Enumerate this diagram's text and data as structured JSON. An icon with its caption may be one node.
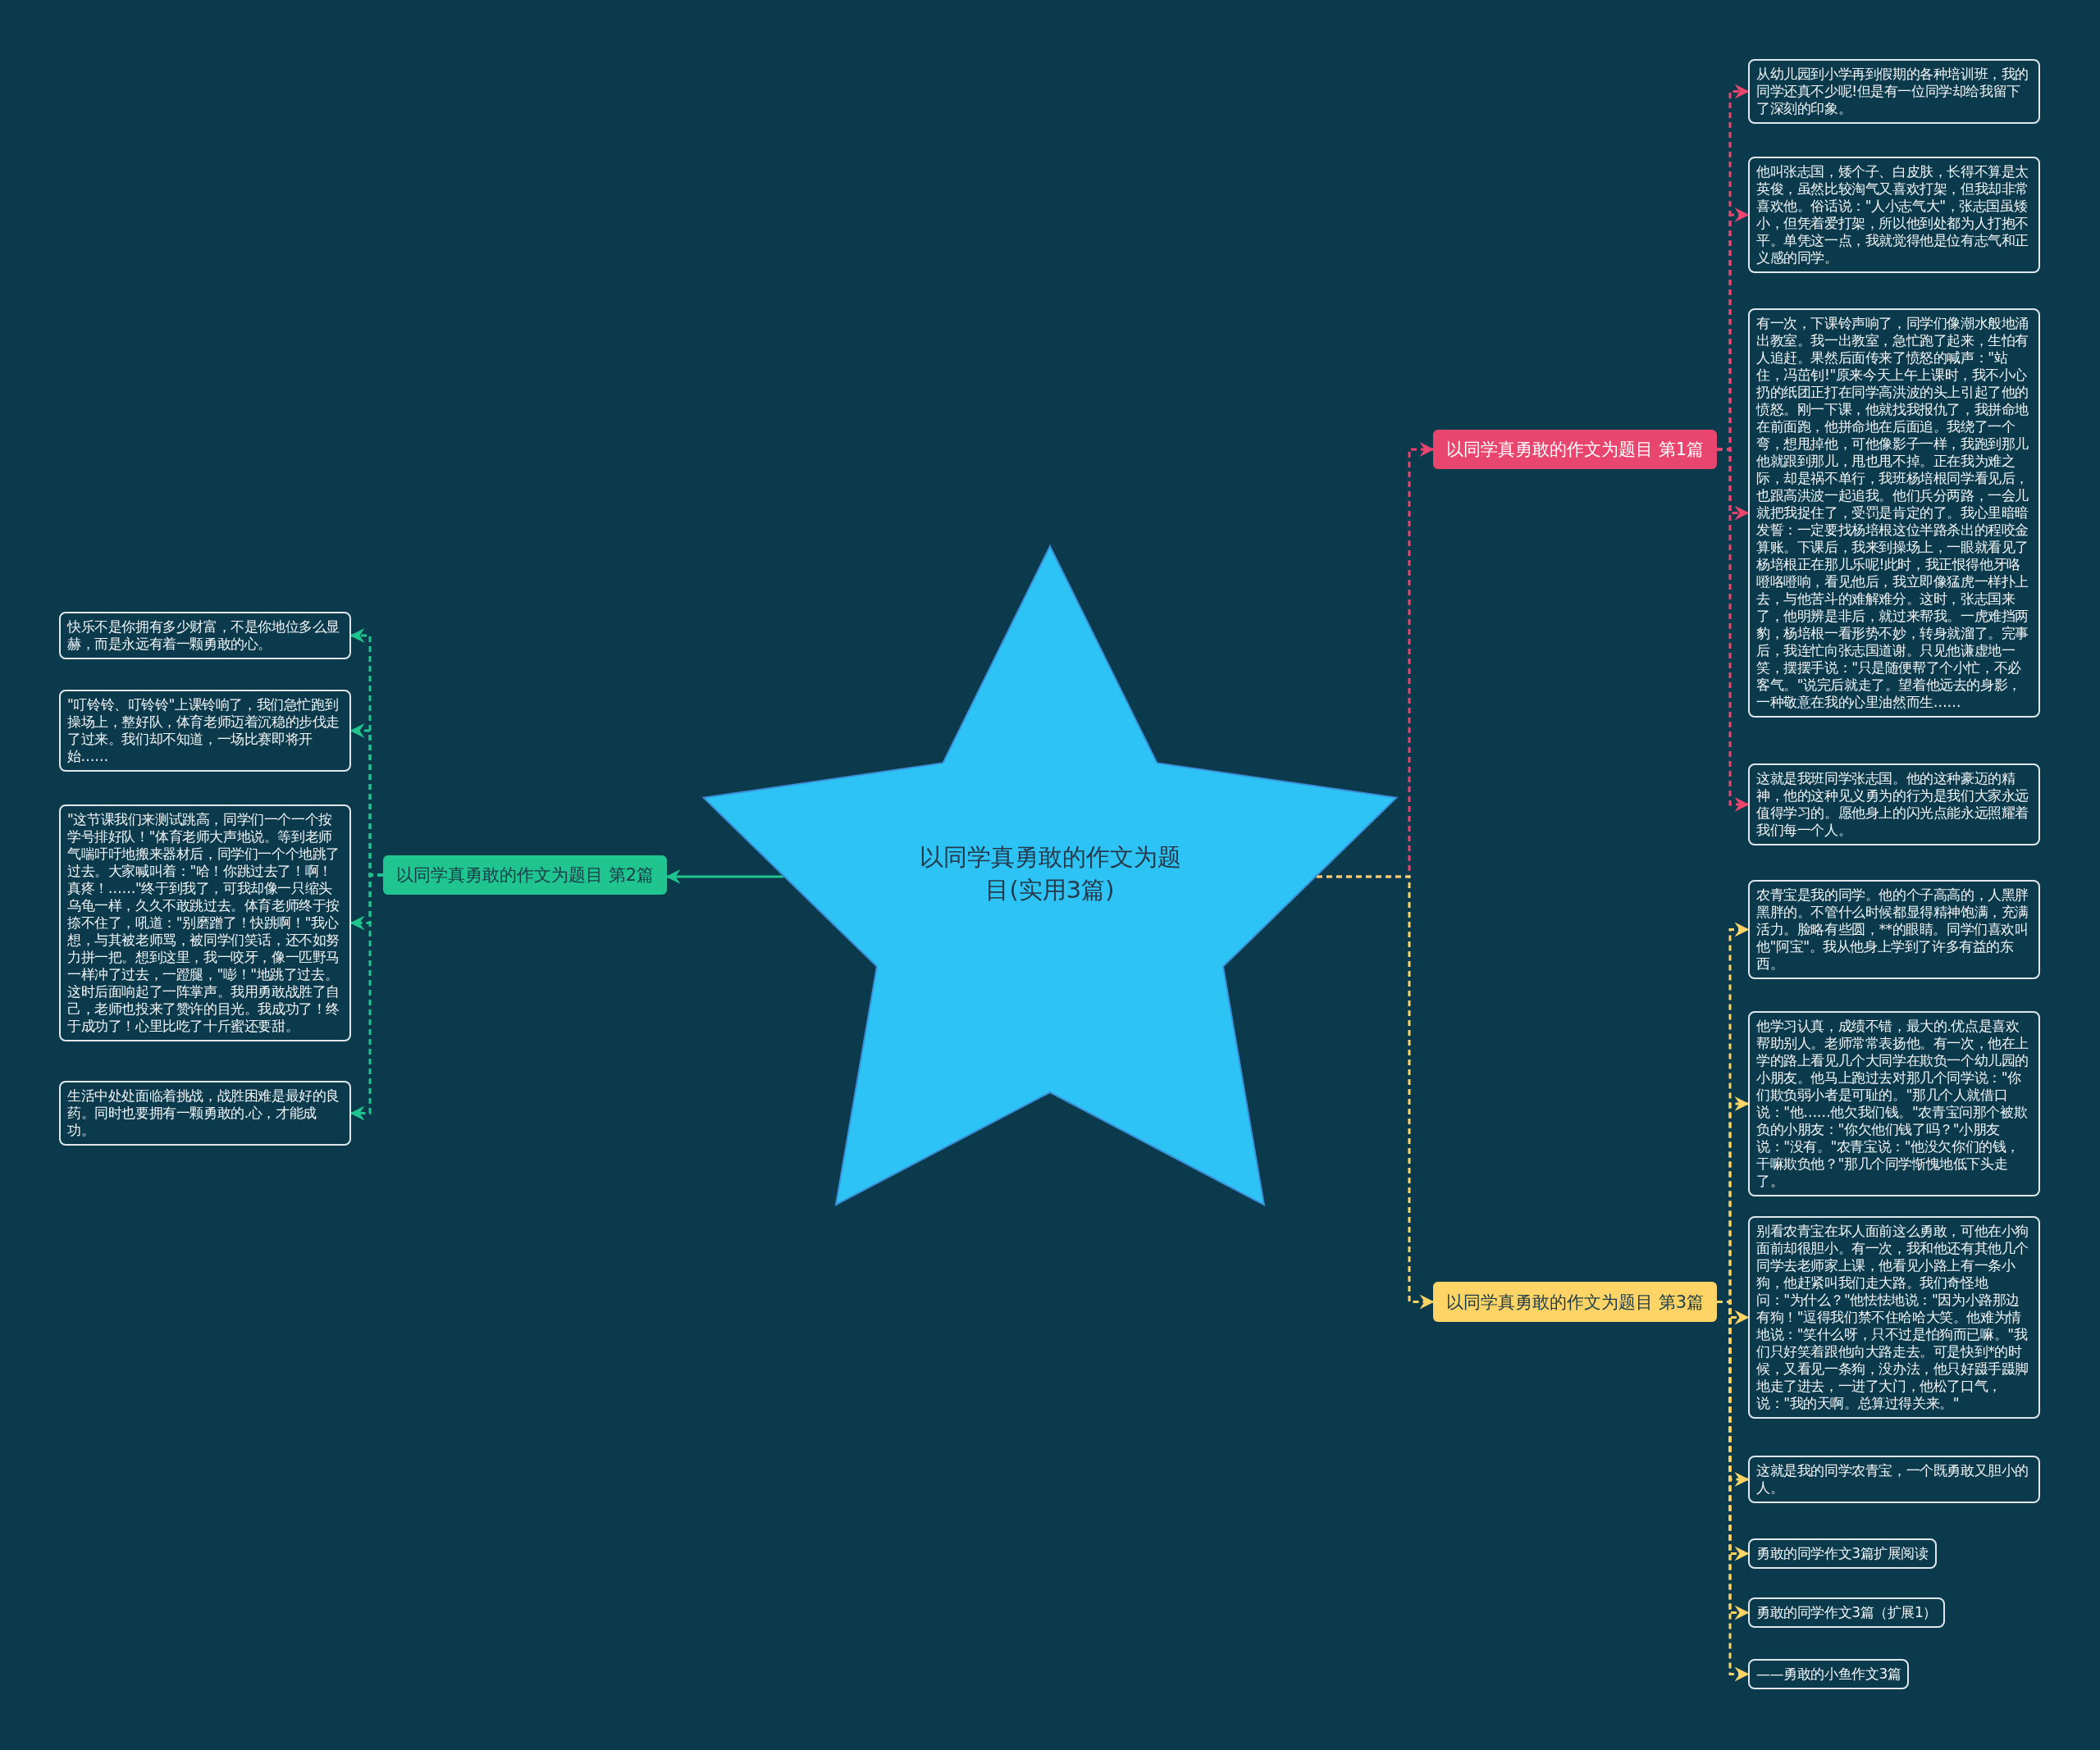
{
  "diagram": {
    "nodes": [
      {
        "text": [
          "以同学真勇敢的作文为题目(实用3篇)"
        ]
      },
      {
        "text": [
          "以同学真勇敢的作文为题目 第1篇"
        ]
      },
      {
        "text": [
          "从幼儿园到小学再到假期的各种培训班，我的同学还真不少呢!但是有一位同学却给我留下了深刻的印象。"
        ]
      },
      {
        "text": [
          "他叫张志国，矮个子、白皮肤，长得不算是太英俊，虽然比较淘气又喜欢打架，但我却非常喜欢他。俗话说：\"人小志气大\"，张志国虽矮小，但凭着爱打架，所以他到处都为人打抱不平。单凭这一点，我就觉得他是位有志气和正义感的同学。"
        ]
      },
      {
        "text": [
          "有一次，下课铃声响了，同学们像潮水般地涌出教室。我一出教室，急忙跑了起来，生怕有人追赶。果然后面传来了愤怒的喊声：\"站住，冯茁钊!\"原来今天上午上课时，我不小心扔的纸团正打在同学高洪波的头上引起了他的愤怒。刚一下课，他就找我报仇了，我拼命地在前面跑，他拼命地在后面追。我绕了一个弯，想甩掉他，可他像影子一样，我跑到那儿他就跟到那儿，甩也甩不掉。正在我为难之际，却是祸不单行，我班杨培根同学看见后，也跟高洪波一起追我。他们兵分两路，一会儿就把我捉住了，受罚是肯定的了。我心里暗暗发誓：一定要找杨培根这位半路杀出的程咬金算账。下课后，我来到操场上，一眼就看见了杨培根正在那儿乐呢!此时，我正恨得他牙咯噔咯噔响，看见他后，我立即像猛虎一样扑上去，与他苦斗的难解难分。这时，张志国来了，他明辨是非后，就过来帮我。一虎难挡两豹，杨培根一看形势不妙，转身就溜了。完事后，我连忙向张志国道谢。只见他谦虚地一笑，摆摆手说：\"只是随便帮了个小忙，不必客气。\"说完后就走了。望着他远去的身影，一种敬意在我的心里油然而生……"
        ]
      },
      {
        "text": [
          "这就是我班同学张志国。他的这种豪迈的精神，他的这种见义勇为的行为是我们大家永远值得学习的。愿他身上的闪光点能永远照耀着我们每一个人。"
        ]
      },
      {
        "text": [
          "以同学真勇敢的作文为题目 第2篇"
        ]
      },
      {
        "text": [
          "快乐不是你拥有多少财富，不是你地位多么显赫，而是永远有着一颗勇敢的心。"
        ]
      },
      {
        "text": [
          "\"叮铃铃、叮铃铃\"上课铃响了，我们急忙跑到操场上，整好队，体育老师迈着沉稳的步伐走了过来。我们却不知道，一场比赛即将开始……"
        ]
      },
      {
        "text": [
          "\"这节课我们来测试跳高，同学们一个一个按学号排好队！\"体育老师大声地说。等到老师气喘吁吁地搬来器材后，同学们一个个地跳了过去。大家喊叫着：\"哈！你跳过去了！啊！真疼！……\"终于到我了，可我却像一只缩头乌龟一样，久久不敢跳过去。体育老师终于按捺不住了，吼道：\"别磨蹭了！快跳啊！\"我心想，与其被老师骂，被同学们笑话，还不如努力拼一把。想到这里，我一咬牙，像一匹野马一样冲了过去，一蹬腿，\"嘭！\"地跳了过去。这时后面响起了一阵掌声。我用勇敢战胜了自己，老师也投来了赞许的目光。我成功了！终于成功了！心里比吃了十斤蜜还要甜。"
        ]
      },
      {
        "text": [
          "生活中处处面临着挑战，战胜困难是最好的良药。同时也要拥有一颗勇敢的.心，才能成功。"
        ]
      },
      {
        "text": [
          "以同学真勇敢的作文为题目 第3篇"
        ]
      },
      {
        "text": [
          "农青宝是我的同学。他的个子高高的，人黑胖黑胖的。不管什么时候都显得精神饱满，充满活力。脸略有些圆，**的眼睛。同学们喜欢叫他\"阿宝\"。我从他身上学到了许多有益的东西。"
        ]
      },
      {
        "text": [
          "他学习认真，成绩不错，最大的.优点是喜欢帮助别人。老师常常表扬他。有一次，他在上学的路上看见几个大同学在欺负一个幼儿园的小朋友。他马上跑过去对那几个同学说：\"你们欺负弱小者是可耻的。\"那几个人就借口说：\"他……他欠我们钱。\"农青宝问那个被欺负的小朋友：\"你欠他们钱了吗？\"小朋友说：\"没有。\"农青宝说：\"他没欠你们的钱，干嘛欺负他？\"那几个同学惭愧地低下头走了。"
        ]
      },
      {
        "text": [
          "别看农青宝在坏人面前这么勇敢，可他在小狗面前却很胆小。有一次，我和他还有其他几个同学去老师家上课，他看见小路上有一条小狗，他赶紧叫我们走大路。我们奇怪地问：\"为什么？\"他怯怯地说：\"因为小路那边有狗！\"逗得我们禁不住哈哈大笑。他难为情地说：\"笑什么呀，只不过是怕狗而已嘛。\"我们只好笑着跟他向大路走去。可是快到*的时候，又看见一条狗，没办法，他只好蹑手蹑脚地走了进去，一进了大门，他松了口气，说：\"我的天啊。总算过得关来。\""
        ]
      },
      {
        "text": [
          "这就是我的同学农青宝，一个既勇敢又胆小的人。"
        ]
      },
      {
        "text": [
          "勇敢的同学作文3篇扩展阅读"
        ]
      },
      {
        "text": [
          "勇敢的同学作文3篇（扩展1）"
        ]
      },
      {
        "text": [
          "——勇敢的小鱼作文3篇"
        ]
      }
    ],
    "edges": [
      {
        "from": 0,
        "to": 1,
        "arrow": "to",
        "style": "dashed",
        "color": "#e8456f"
      },
      {
        "from": 1,
        "to": 2,
        "arrow": "to",
        "style": "dashed",
        "color": "#e8456f"
      },
      {
        "from": 1,
        "to": 3,
        "arrow": "to",
        "style": "dashed",
        "color": "#e8456f"
      },
      {
        "from": 1,
        "to": 4,
        "arrow": "to",
        "style": "dashed",
        "color": "#e8456f"
      },
      {
        "from": 1,
        "to": 5,
        "arrow": "to",
        "style": "dashed",
        "color": "#e8456f"
      },
      {
        "from": 0,
        "to": 6,
        "arrow": "to",
        "color": "#1fc48f"
      },
      {
        "from": 6,
        "to": 7,
        "arrow": "to",
        "style": "dashed",
        "color": "#1fc48f"
      },
      {
        "from": 6,
        "to": 8,
        "arrow": "to",
        "style": "dashed",
        "color": "#1fc48f"
      },
      {
        "from": 6,
        "to": 9,
        "arrow": "to",
        "style": "dashed",
        "color": "#1fc48f"
      },
      {
        "from": 6,
        "to": 10,
        "arrow": "to",
        "style": "dashed",
        "color": "#1fc48f"
      },
      {
        "from": 0,
        "to": 11,
        "arrow": "to",
        "style": "dashed",
        "color": "#ffd466"
      },
      {
        "from": 11,
        "to": 12,
        "arrow": "to",
        "style": "dashed",
        "color": "#ffd466"
      },
      {
        "from": 11,
        "to": 13,
        "arrow": "to",
        "style": "dashed",
        "color": "#ffd466"
      },
      {
        "from": 11,
        "to": 14,
        "arrow": "to",
        "style": "dashed",
        "color": "#ffd466"
      },
      {
        "from": 11,
        "to": 15,
        "arrow": "to",
        "style": "dashed",
        "color": "#ffd466"
      },
      {
        "from": 11,
        "to": 16,
        "arrow": "to",
        "style": "dashed",
        "color": "#ffd466"
      },
      {
        "from": 11,
        "to": 17,
        "arrow": "to",
        "style": "dashed",
        "color": "#ffd466"
      },
      {
        "from": 11,
        "to": 18,
        "arrow": "to",
        "style": "dashed",
        "color": "#ffd466"
      }
    ]
  }
}
